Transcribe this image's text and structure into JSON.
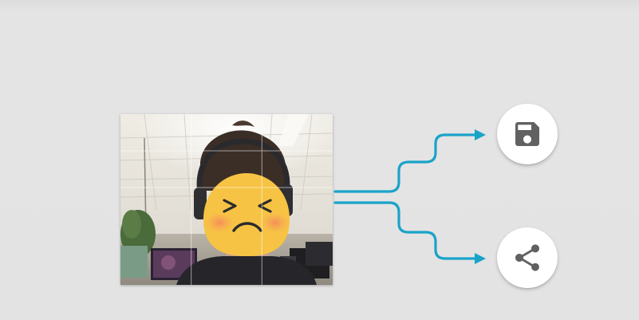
{
  "diagram": {
    "photo": {
      "content": "selfie-with-emoji-overlay",
      "overlay_icon": "persevering-face-emoji",
      "overlay_grid": "rule-of-thirds"
    },
    "actions": [
      {
        "id": "save",
        "icon": "floppy-disk-icon"
      },
      {
        "id": "share",
        "icon": "share-icon"
      }
    ],
    "colors": {
      "background": "#e3e3e3",
      "arrow": "#1aa3c9",
      "button_bg": "#ffffff",
      "icon": "#616161",
      "emoji_face": "#f7c344",
      "emoji_cheeks": "#f4915a",
      "emoji_features": "#2b2b2b"
    }
  }
}
